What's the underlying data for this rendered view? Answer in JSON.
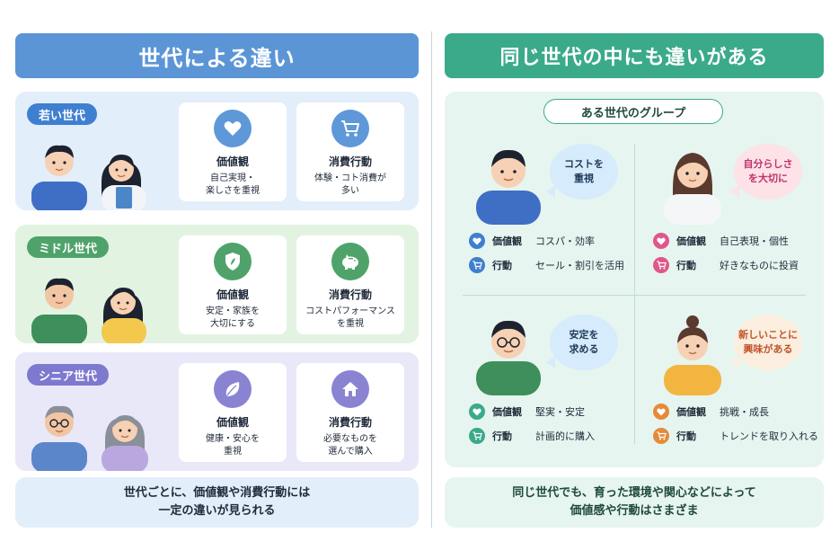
{
  "left": {
    "title": "世代による違い",
    "rows": [
      {
        "tag": "若い世代",
        "value_title": "価値観",
        "value_desc": "自己実現・\n楽しさを重視",
        "value_icon": "heart-icon",
        "action_title": "消費行動",
        "action_desc": "体験・コト消費が\n多い",
        "action_icon": "cart-icon"
      },
      {
        "tag": "ミドル世代",
        "value_title": "価値観",
        "value_desc": "安定・家族を\n大切にする",
        "value_icon": "shield-icon",
        "action_title": "消費行動",
        "action_desc": "コストパフォーマンス\nを重視",
        "action_icon": "piggy-bank-icon"
      },
      {
        "tag": "シニア世代",
        "value_title": "価値観",
        "value_desc": "健康・安心を\n重視",
        "value_icon": "leaf-icon",
        "action_title": "消費行動",
        "action_desc": "必要なものを\n選んで購入",
        "action_icon": "house-icon"
      }
    ],
    "footer": "世代ごとに、価値観や消費行動には\n一定の違いが見られる"
  },
  "right": {
    "title": "同じ世代の中にも違いがある",
    "group_tag": "ある世代のグループ",
    "people": [
      {
        "bubble": "コストを\n重視",
        "bubble_color": "#d6ebfb",
        "value_key": "価値観",
        "value_val": "コスパ・効率",
        "action_key": "行動",
        "action_val": "セール・割引を活用",
        "icon_color": "#3f7fd0"
      },
      {
        "bubble": "自分らしさ\nを大切に",
        "bubble_color": "#fde2e8",
        "value_key": "価値観",
        "value_val": "自己表現・個性",
        "action_key": "行動",
        "action_val": "好きなものに投資",
        "icon_color": "#e0568a"
      },
      {
        "bubble": "安定を\n求める",
        "bubble_color": "#d6ebfb",
        "value_key": "価値観",
        "value_val": "堅実・安定",
        "action_key": "行動",
        "action_val": "計画的に購入",
        "icon_color": "#3aaa8b"
      },
      {
        "bubble": "新しいことに\n興味がある",
        "bubble_color": "#fbeede",
        "value_key": "価値観",
        "value_val": "挑戦・成長",
        "action_key": "行動",
        "action_val": "トレンドを取り入れる",
        "icon_color": "#e58a3a"
      }
    ],
    "footer": "同じ世代でも、育った環境や関心などによって\n価値感や行動はさまざま"
  }
}
